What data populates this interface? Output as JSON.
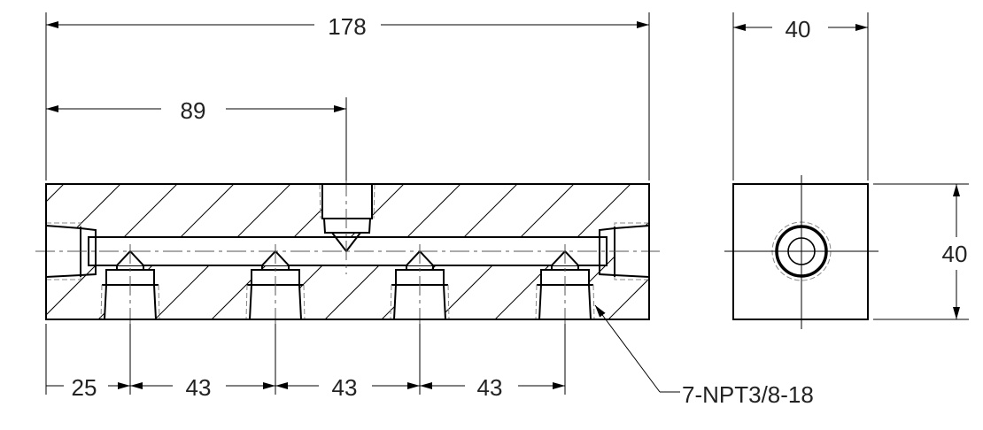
{
  "drawing": {
    "dimensions": {
      "overall_length": "178",
      "half_length": "89",
      "side_width": "40",
      "side_height": "40",
      "first_port_offset": "25",
      "port_pitch_1": "43",
      "port_pitch_2": "43",
      "port_pitch_3": "43"
    },
    "callout": "7-NPT3/8-18"
  }
}
